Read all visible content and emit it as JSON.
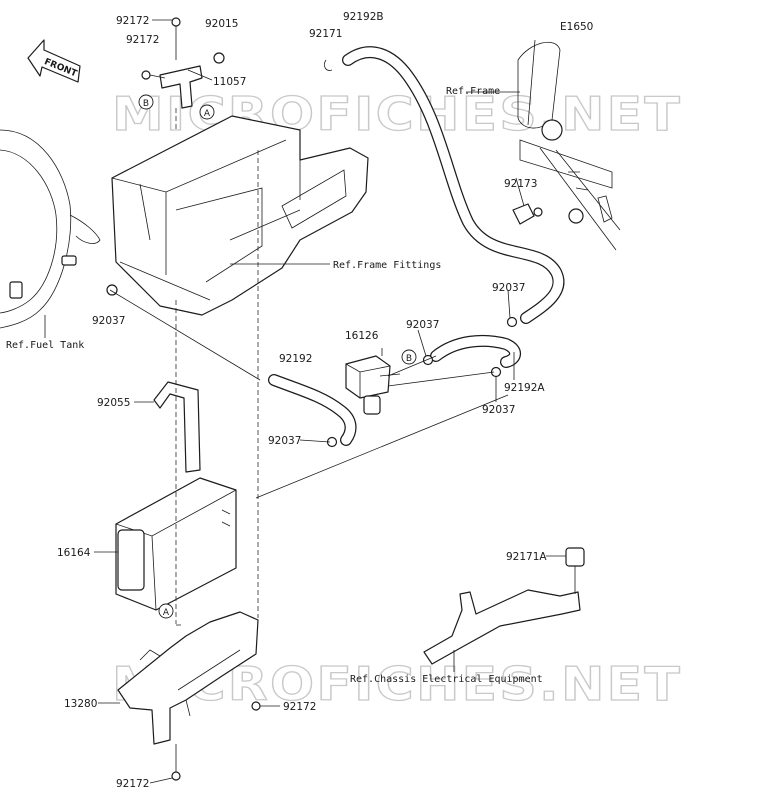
{
  "diagram": {
    "callouts": [
      {
        "id": "c01",
        "text": "92172"
      },
      {
        "id": "c02",
        "text": "92015"
      },
      {
        "id": "c03",
        "text": "92172"
      },
      {
        "id": "c04",
        "text": "11057"
      },
      {
        "id": "c05",
        "text": "92192B"
      },
      {
        "id": "c06",
        "text": "92171"
      },
      {
        "id": "c07",
        "text": "E1650"
      },
      {
        "id": "c08",
        "text": "92173"
      },
      {
        "id": "c09",
        "text": "92037"
      },
      {
        "id": "c10",
        "text": "92037"
      },
      {
        "id": "c11",
        "text": "16126"
      },
      {
        "id": "c12",
        "text": "92037"
      },
      {
        "id": "c13",
        "text": "92192"
      },
      {
        "id": "c14",
        "text": "92192A"
      },
      {
        "id": "c15",
        "text": "92037"
      },
      {
        "id": "c16",
        "text": "92055"
      },
      {
        "id": "c17",
        "text": "92037"
      },
      {
        "id": "c18",
        "text": "16164"
      },
      {
        "id": "c19",
        "text": "92171A"
      },
      {
        "id": "c20",
        "text": "13280"
      },
      {
        "id": "c21",
        "text": "92172"
      },
      {
        "id": "c22",
        "text": "92172"
      }
    ],
    "references": [
      {
        "id": "r1",
        "text": "Ref.Frame"
      },
      {
        "id": "r2",
        "text": "Ref.Frame Fittings"
      },
      {
        "id": "r3",
        "text": "Ref.Fuel Tank"
      },
      {
        "id": "r4",
        "text": "Ref.Chassis Electrical Equipment"
      }
    ],
    "markers": [
      {
        "id": "m1",
        "text": "B"
      },
      {
        "id": "m2",
        "text": "A"
      },
      {
        "id": "m3",
        "text": "B"
      },
      {
        "id": "m4",
        "text": "A"
      }
    ],
    "front_arrow_label": "FRONT",
    "watermark": "MICROFICHES.NET"
  }
}
